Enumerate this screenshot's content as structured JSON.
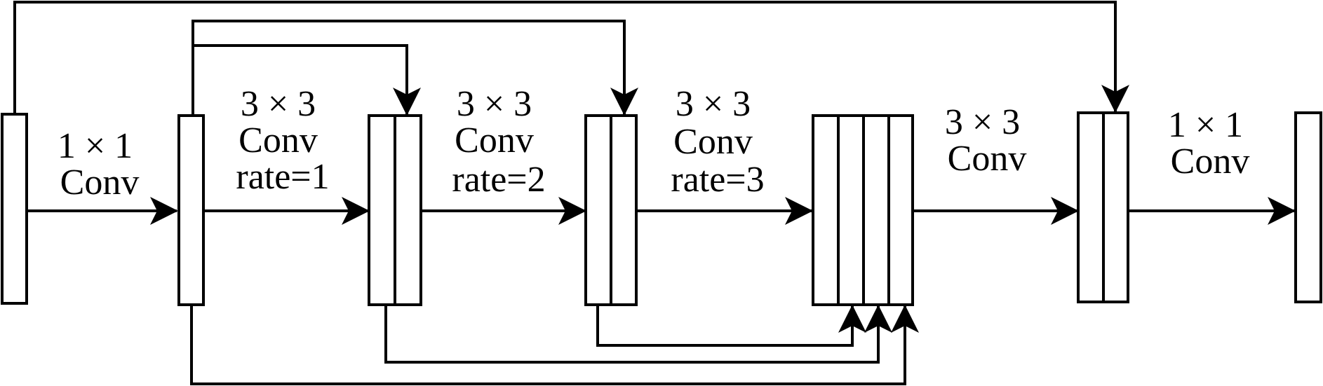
{
  "diagram": {
    "ops": [
      {
        "line1": "1 × 1",
        "line2": "Conv",
        "line3": ""
      },
      {
        "line1": "3 × 3",
        "line2": "Conv",
        "line3": "rate=1"
      },
      {
        "line1": "3 × 3",
        "line2": "Conv",
        "line3": "rate=2"
      },
      {
        "line1": "3 × 3",
        "line2": "Conv",
        "line3": "rate=3"
      },
      {
        "line1": "3 × 3",
        "line2": "Conv",
        "line3": ""
      },
      {
        "line1": "1 × 1",
        "line2": "Conv",
        "line3": ""
      }
    ]
  },
  "style": {
    "stroke_color": "#000000",
    "background": "#ffffff"
  }
}
